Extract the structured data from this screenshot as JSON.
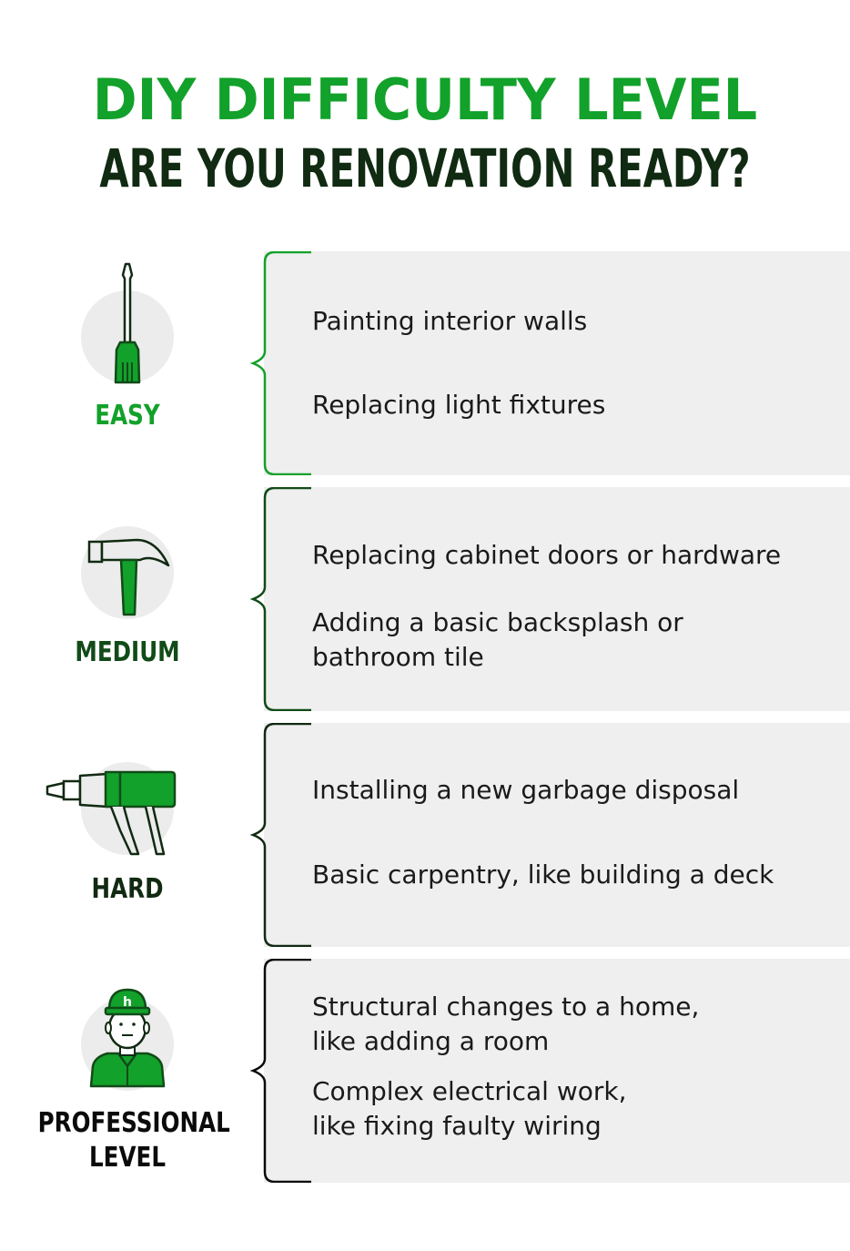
{
  "title": {
    "line1": "DIY DIFFICULTY LEVEL",
    "line2": "ARE YOU RENOVATION READY?"
  },
  "colors": {
    "green": "#12a12a",
    "dark_green": "#114b18",
    "darkest": "#112a12",
    "panel": "#efefef",
    "circle": "#ececec"
  },
  "levels": [
    {
      "label": "EASY",
      "icon": "screwdriver-icon",
      "color": "#12a12a",
      "items": [
        "Painting interior walls",
        "Replacing light fixtures"
      ]
    },
    {
      "label": "MEDIUM",
      "icon": "hammer-icon",
      "color": "#114b18",
      "items": [
        "Replacing cabinet doors or hardware",
        "Adding a basic backsplash or\nbathroom tile"
      ]
    },
    {
      "label": "HARD",
      "icon": "drill-icon",
      "color": "#112a12",
      "items": [
        "Installing a new garbage disposal",
        "Basic carpentry, like building a deck"
      ]
    },
    {
      "label": "PROFESSIONAL\nLEVEL",
      "icon": "professional-worker-icon",
      "color": "#0b0b0b",
      "items": [
        "Structural changes to a home,\nlike adding a room",
        "Complex electrical work,\nlike fixing faulty wiring"
      ],
      "logo_letter": "h"
    }
  ]
}
